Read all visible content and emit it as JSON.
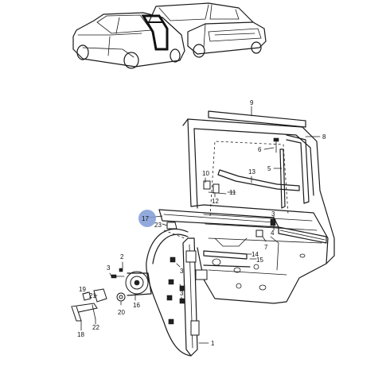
{
  "diagram": {
    "callouts": [
      {
        "id": "c9",
        "text": "9"
      },
      {
        "id": "c8",
        "text": "8"
      },
      {
        "id": "c6",
        "text": "6"
      },
      {
        "id": "c5",
        "text": "5"
      },
      {
        "id": "c10",
        "text": "10"
      },
      {
        "id": "c13",
        "text": "13"
      },
      {
        "id": "c11",
        "text": "11"
      },
      {
        "id": "c12",
        "text": "12"
      },
      {
        "id": "c17",
        "text": "17"
      },
      {
        "id": "c23",
        "text": "23"
      },
      {
        "id": "c3a",
        "text": "3"
      },
      {
        "id": "c4",
        "text": "4"
      },
      {
        "id": "c7",
        "text": "7"
      },
      {
        "id": "c14",
        "text": "14"
      },
      {
        "id": "c15",
        "text": "15"
      },
      {
        "id": "c2",
        "text": "2"
      },
      {
        "id": "c3b",
        "text": "3"
      },
      {
        "id": "c3c",
        "text": "3"
      },
      {
        "id": "c3d",
        "text": "3"
      },
      {
        "id": "c19",
        "text": "19"
      },
      {
        "id": "c21",
        "text": "21"
      },
      {
        "id": "c20",
        "text": "20"
      },
      {
        "id": "c16",
        "text": "16"
      },
      {
        "id": "c22",
        "text": "22"
      },
      {
        "id": "c18",
        "text": "18"
      },
      {
        "id": "c1",
        "text": "1"
      }
    ],
    "highlight_color": "#7f9ad6"
  }
}
